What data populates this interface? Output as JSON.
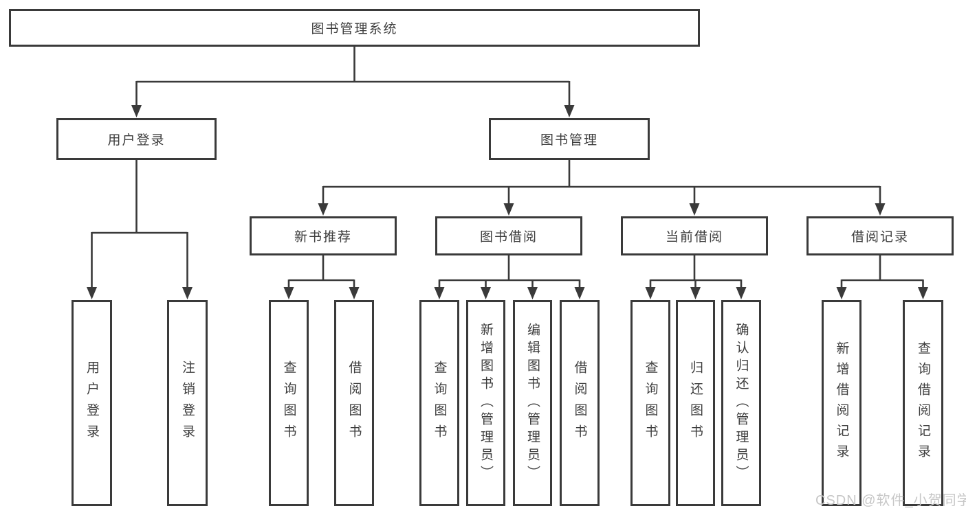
{
  "tree": {
    "root": {
      "label": "图书管理系统"
    },
    "branches": [
      {
        "label": "用户登录",
        "children": [
          {
            "label": "用户登录"
          },
          {
            "label": "注销登录"
          }
        ]
      },
      {
        "label": "图书管理",
        "children": [
          {
            "label": "新书推荐",
            "children": [
              {
                "label": "查询图书"
              },
              {
                "label": "借阅图书"
              }
            ]
          },
          {
            "label": "图书借阅",
            "children": [
              {
                "label": "查询图书"
              },
              {
                "label": "新增图书（管理员）"
              },
              {
                "label": "编辑图书（管理员）"
              },
              {
                "label": "借阅图书"
              }
            ]
          },
          {
            "label": "当前借阅",
            "children": [
              {
                "label": "查询图书"
              },
              {
                "label": "归还图书"
              },
              {
                "label": "确认归还（管理员）"
              }
            ]
          },
          {
            "label": "借阅记录",
            "children": [
              {
                "label": "新增借阅记录"
              },
              {
                "label": "查询借阅记录"
              }
            ]
          }
        ]
      }
    ]
  },
  "watermark": {
    "text": "CSDN @软件_小贺同学"
  },
  "colors": {
    "stroke": "#3a3a3a",
    "text": "#3d3d3d",
    "watermark": "#c7c7c7",
    "background": "#ffffff"
  }
}
